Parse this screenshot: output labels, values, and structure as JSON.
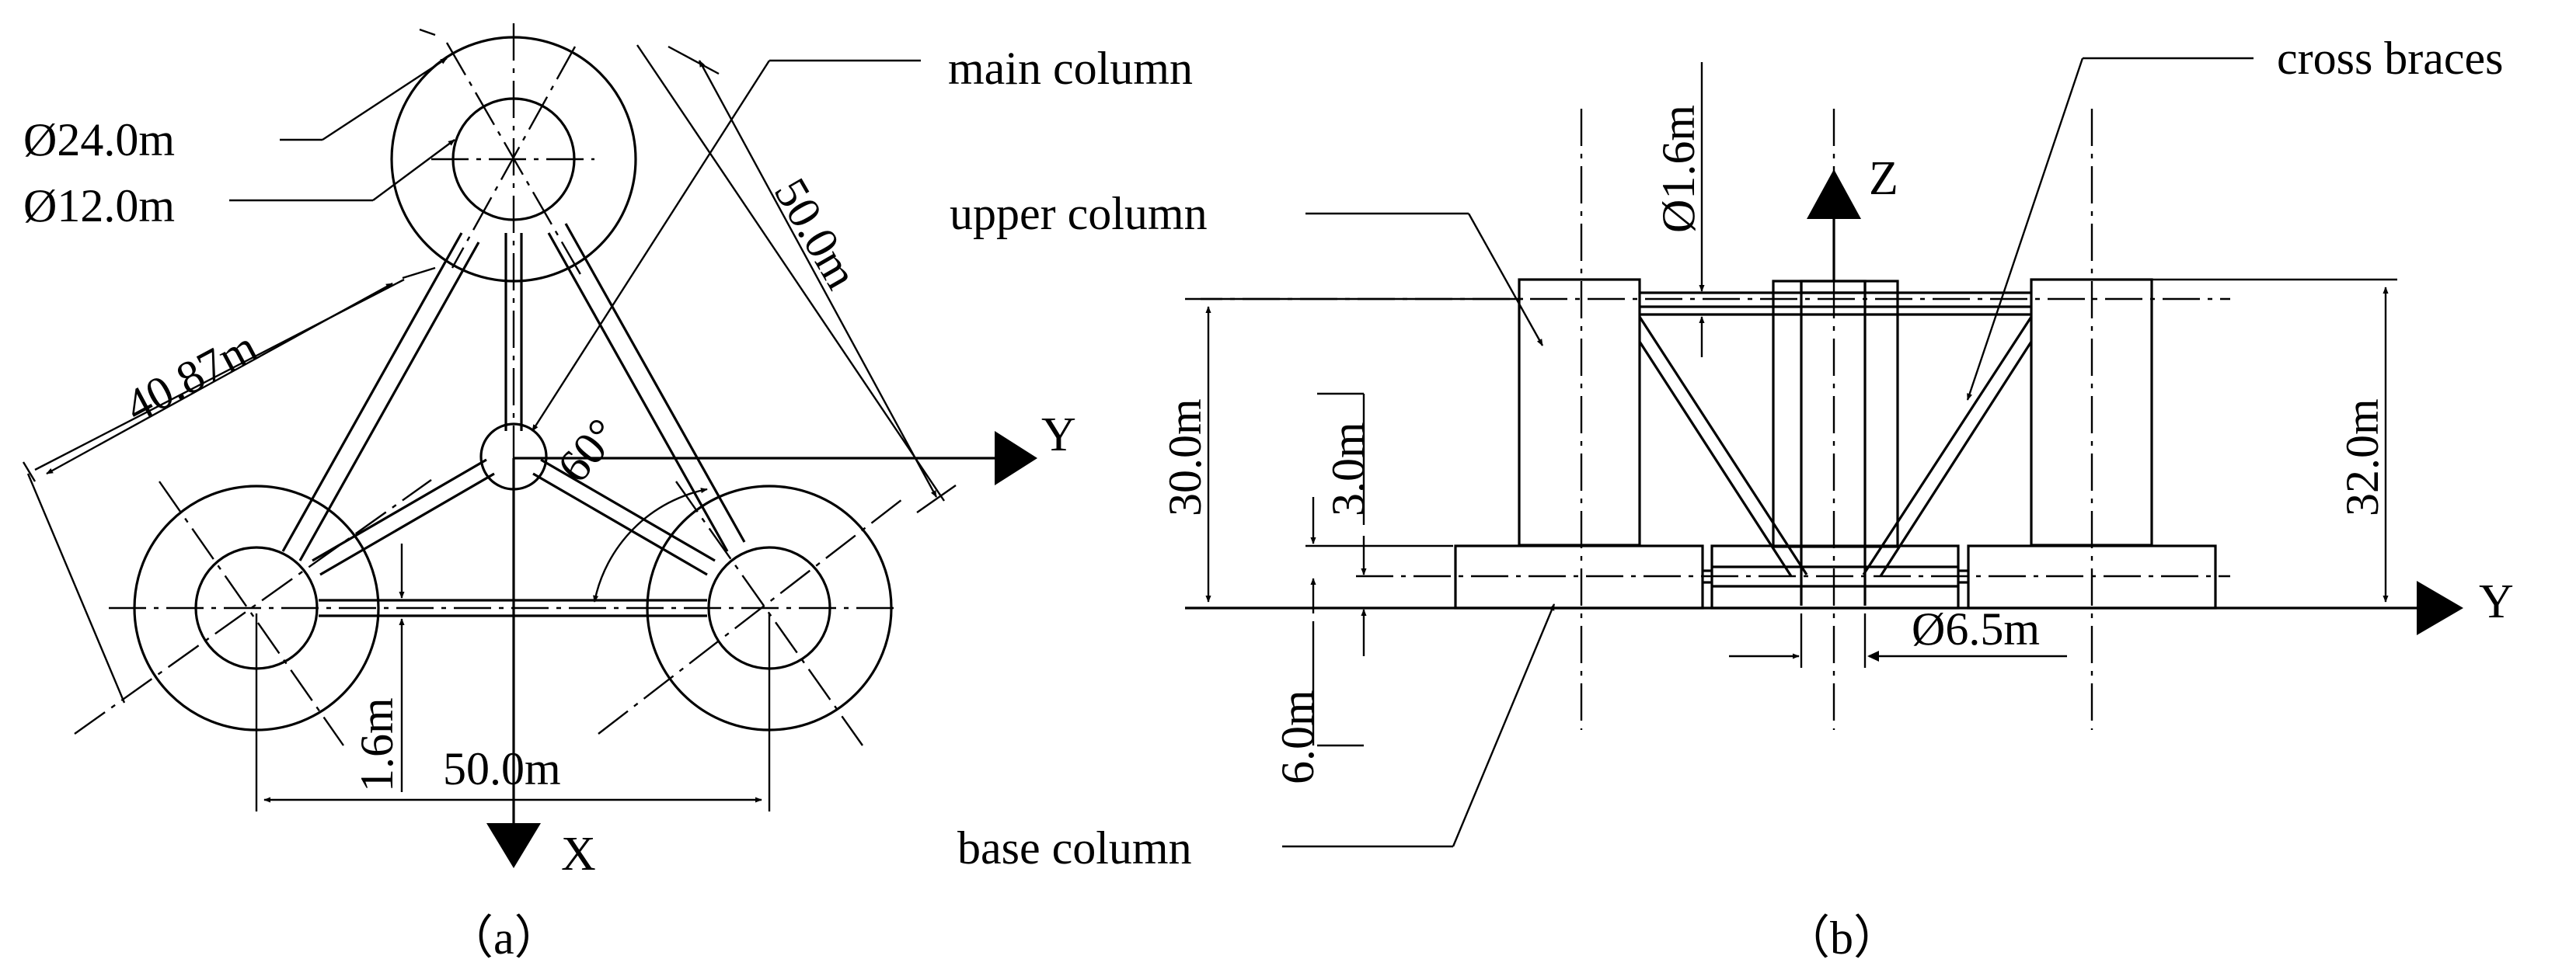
{
  "view_a": {
    "caption": "（a）",
    "labels": {
      "main_column": "main column",
      "outer_diameter": "Ø24.0m",
      "inner_diameter": "Ø12.0m",
      "side_length": "40.87m",
      "diagonal": "50.0m",
      "angle": "60°",
      "spacing": "50.0m",
      "offset": "1.6m"
    },
    "axes": {
      "y": "Y",
      "x": "X"
    }
  },
  "view_b": {
    "caption": "（b）",
    "labels": {
      "upper_column": "upper column",
      "cross_braces": "cross braces",
      "base_column": "base column",
      "brace_diameter": "Ø1.6m",
      "total_height": "30.0m",
      "upper_height": "32.0m",
      "base_top": "3.0m",
      "draft": "6.0m",
      "main_diameter": "Ø6.5m"
    },
    "axes": {
      "z": "Z",
      "y": "Y"
    }
  }
}
